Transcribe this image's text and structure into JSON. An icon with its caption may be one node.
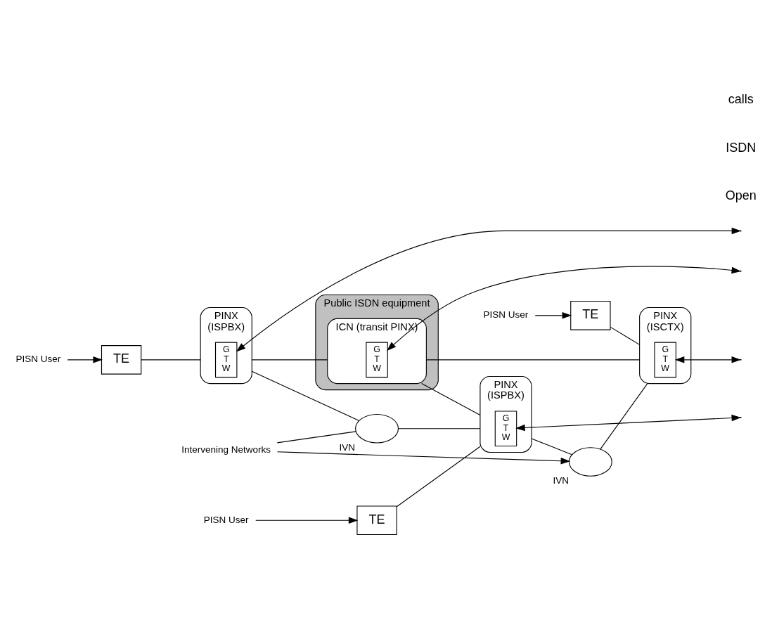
{
  "diagram": {
    "nodes": [
      {
        "text": [
          "Public ISDN equipment"
        ]
      },
      {
        "text": [
          "PISN User"
        ]
      },
      {
        "text": [
          "TE"
        ]
      },
      {
        "text": [
          "PINX",
          "(ISPBX)"
        ]
      },
      {
        "text": [
          "G T W"
        ],
        "in": 3
      },
      {
        "text": [
          "ICN (transit PINX)"
        ],
        "in": 0
      },
      {
        "text": [
          "G T W"
        ],
        "in": 5
      },
      {
        "text": [],
        "shape": "ellipse",
        "beside": [
          "IVN"
        ]
      },
      {
        "text": [
          "Intervening Networks"
        ]
      },
      {
        "text": [
          "PISN User"
        ]
      },
      {
        "text": [
          "TE"
        ]
      },
      {
        "text": [
          "PINX",
          "(ISPBX)"
        ]
      },
      {
        "text": [
          "G T W"
        ],
        "in": 11
      },
      {
        "text": [],
        "shape": "ellipse",
        "beside": [
          "IVN"
        ]
      },
      {
        "text": [
          "PISN User"
        ]
      },
      {
        "text": [
          "TE"
        ]
      },
      {
        "text": [
          "PINX",
          "(ISCTX)"
        ]
      },
      {
        "text": [
          "G T W"
        ],
        "in": 16
      }
    ],
    "edges": [
      {
        "from": 1,
        "to": 2,
        "arrow": "to"
      },
      {
        "from": 2,
        "to": 3,
        "arrow": "none"
      },
      {
        "from": 4,
        "to": null,
        "arrow": "both"
      },
      {
        "from": 3,
        "to": 5,
        "arrow": "none"
      },
      {
        "from": 3,
        "to": 7,
        "arrow": "none"
      },
      {
        "from": 7,
        "to": 11,
        "arrow": "none"
      },
      {
        "from": 8,
        "to": 7,
        "arrow": "none"
      },
      {
        "from": 8,
        "to": 13,
        "arrow": "to"
      },
      {
        "from": 6,
        "to": null,
        "arrow": "both"
      },
      {
        "from": 5,
        "to": 11,
        "arrow": "none"
      },
      {
        "from": 5,
        "to": 16,
        "arrow": "none"
      },
      {
        "from": 9,
        "to": 10,
        "arrow": "to"
      },
      {
        "from": 10,
        "to": 11,
        "arrow": "none"
      },
      {
        "from": 12,
        "to": null,
        "arrow": "both"
      },
      {
        "from": 11,
        "to": 13,
        "arrow": "none"
      },
      {
        "from": 13,
        "to": 16,
        "arrow": "none"
      },
      {
        "from": 14,
        "to": 15,
        "arrow": "to"
      },
      {
        "from": 15,
        "to": 16,
        "arrow": "none"
      },
      {
        "from": 17,
        "to": null,
        "arrow": "both"
      }
    ],
    "labels": [
      "Open",
      "ISDN",
      "calls"
    ]
  }
}
